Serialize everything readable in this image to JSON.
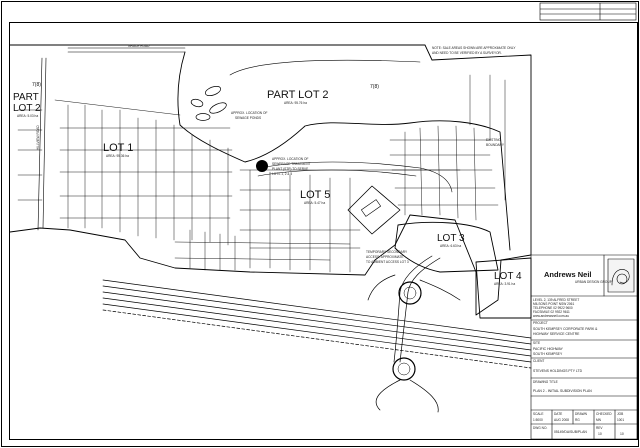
{
  "header": {
    "ref_line1": "",
    "ref_line2": "",
    "ref_line3": ""
  },
  "lots": {
    "part_lot_2_left": {
      "line1": "PART",
      "line2": "LOT 2",
      "area": "AREA: 5.03 ha",
      "dp": "7(8)"
    },
    "lot_1": {
      "label": "LOT 1",
      "area": "AREA: 95.36 ha"
    },
    "part_lot_2_main": {
      "label": "PART LOT 2",
      "area": "AREA: 95.76 ha",
      "dp": "7(8)"
    },
    "lot_5": {
      "label": "LOT 5",
      "area": "AREA: 5.47 ha"
    },
    "lot_3": {
      "label": "LOT 3",
      "area": "AREA: 6.63 ha"
    },
    "lot_4": {
      "label": "LOT 4",
      "area": "AREA: 3.91 ha"
    }
  },
  "notes": {
    "top_note_1": "NOTE: SALE AREAS SHOWN ARE APPROXIMATE ONLY",
    "top_note_2": "AND NEED TO BE VERIFIED BY A SURVEYOR.",
    "lake_note_1": "APPROX. LOCATION OF",
    "lake_note_2": "SEWAGE PONDS",
    "marker_note_1": "APPROX. LOCATION OF",
    "marker_note_2": "SEWERAGE TREATMENT",
    "marker_note_3": "PLANT (STP) TO SERVE",
    "marker_note_4": "LOTS 1, 2 & 5",
    "bottom_note_1": "TEMPORARY SECONDARY",
    "bottom_note_2": "ACCESS, APPROXIMATE",
    "bottom_note_3": "TO AMBIENT ACCESS LOT 3",
    "right_note_1": "EXISTING",
    "right_note_2": "BOUNDARY",
    "top_road": "GRACE ROAD",
    "left_road": "HILLVIEW ROAD"
  },
  "title_block": {
    "firm_name": "Andrews Neil",
    "firm_tag": "URBAN DESIGN GROUP",
    "firm_address": [
      "LEVEL 2, 139 ALFRED STREET",
      "MILSONS POINT NSW 2061",
      "TELEPHONE 02 9922 9600",
      "FACSIMILE 02 9922 9611",
      "www.andrewsneil.com.au"
    ],
    "project_label": "PROJECT",
    "project_line1": "SOUTH KEMPSEY CORPORATE PARK &",
    "project_line2": "HIGHWAY SERVICE CENTRE",
    "address_label": "SITE",
    "address_line1": "PACIFIC HIGHWAY",
    "address_line2": "SOUTH KEMPSEY",
    "client_label": "CLIENT",
    "client_name": "STEVENS HOLDINGS PTY LTD",
    "drawing_label": "DRAWING TITLE",
    "drawing_title": "PLAN 2 - INITIAL SUBDIVISION PLAN",
    "table_headers": [
      "SCALE",
      "DATE",
      "DRAWN",
      "CHECKED",
      "JOB"
    ],
    "table_values": [
      "1:5000",
      "AUG 2008",
      "RG",
      "MN",
      "1001"
    ],
    "drawing_no_label": "DWG NO.",
    "drawing_no": "05149/DA/SUB/PLAN",
    "rev_label": "REV",
    "rev": "10",
    "sheet_no": "10"
  },
  "legend_rows": [
    "",
    "",
    "",
    ""
  ]
}
